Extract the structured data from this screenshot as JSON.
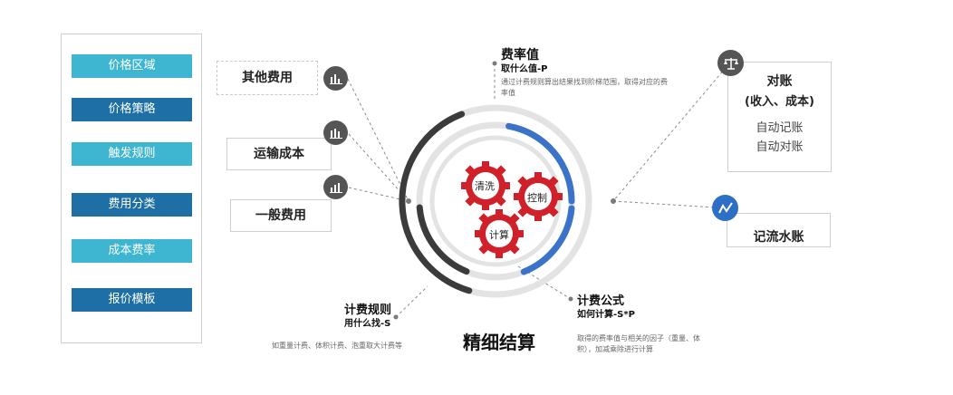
{
  "menu": {
    "items": [
      {
        "label": "价格区域",
        "color": "#3fb6d1"
      },
      {
        "label": "价格策略",
        "color": "#1d6fa5"
      },
      {
        "label": "触发规则",
        "color": "#3fb6d1"
      },
      {
        "label": "费用分类",
        "color": "#1d6fa5"
      },
      {
        "label": "成本费率",
        "color": "#3fb6d1"
      },
      {
        "label": "报价模板",
        "color": "#1d6fa5"
      }
    ]
  },
  "left_cards": {
    "other_fee": "其他费用",
    "transport_cost": "运输成本",
    "general_fee": "一般费用"
  },
  "center": {
    "title": "精细结算",
    "gears": {
      "clean": "清洗",
      "control": "控制",
      "calc": "计算"
    }
  },
  "annotations": {
    "rate": {
      "title": "费率值",
      "sub": "取什么值-P",
      "desc": "通过计费规则算出结果找到阶梯范围，取得对应的费率值"
    },
    "rule": {
      "title": "计费规则",
      "sub": "用什么找-S",
      "desc": "如重量计费、体积计费、泡重取大计费等"
    },
    "formula": {
      "title": "计费公式",
      "sub": "如何计算-S*P",
      "desc": "取得的费率值与相关的因子（重量、体积），加减乘除进行计算"
    }
  },
  "right_cards": {
    "reconcile": {
      "title": "对账",
      "subtitle": "(收入、成本)",
      "line1": "自动记账",
      "line2": "自动对账"
    },
    "ledger": "记流水账"
  },
  "icons": {
    "other_fee": "bar-chart-icon",
    "transport": "bar-chart-icon",
    "general": "bar-chart-icon",
    "reconcile": "scale-icon",
    "ledger": "trend-line-icon"
  },
  "colors": {
    "accent_light": "#3fb6d1",
    "accent_dark": "#1d6fa5",
    "gear_red": "#d0212a",
    "arc_blue": "#3a73c8",
    "arc_dark": "#3b3b3b"
  }
}
